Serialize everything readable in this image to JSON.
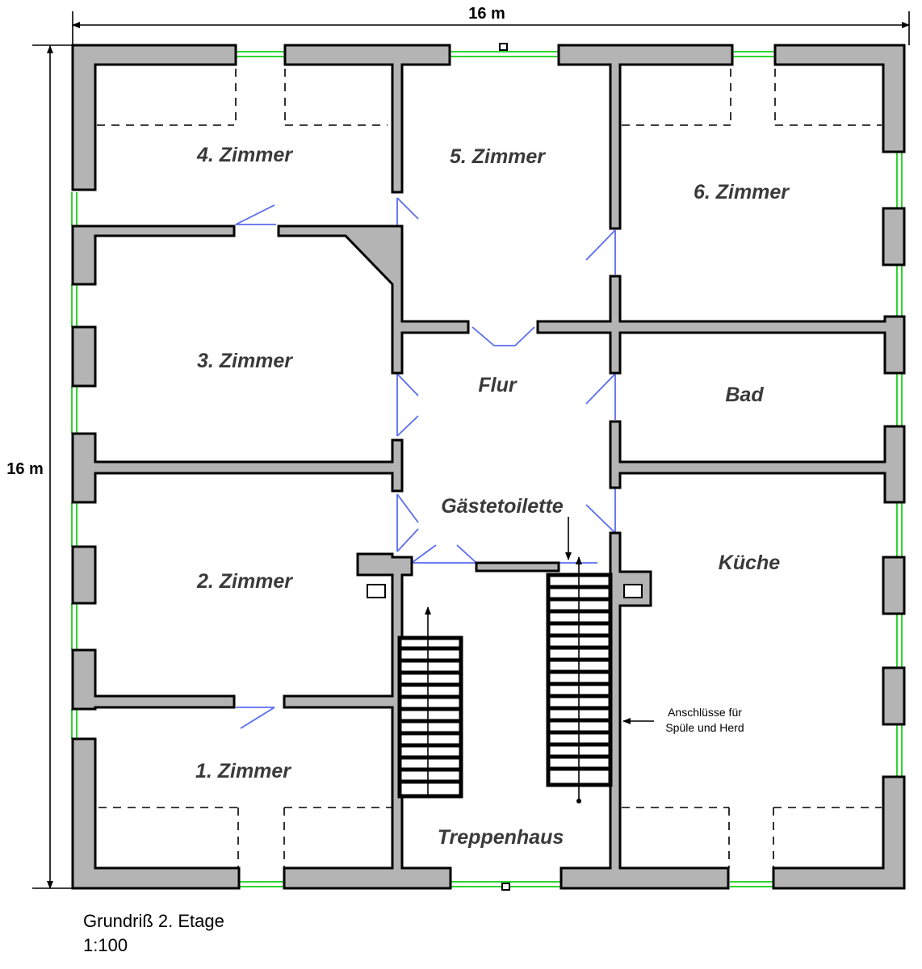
{
  "dimensions": {
    "width_label": "16 m",
    "height_label": "16 m"
  },
  "rooms": [
    {
      "id": "zimmer-4",
      "label": "4. Zimmer"
    },
    {
      "id": "zimmer-5",
      "label": "5. Zimmer"
    },
    {
      "id": "zimmer-6",
      "label": "6. Zimmer"
    },
    {
      "id": "zimmer-3",
      "label": "3. Zimmer"
    },
    {
      "id": "flur",
      "label": "Flur"
    },
    {
      "id": "bad",
      "label": "Bad"
    },
    {
      "id": "gaestetoilette",
      "label": "Gästetoilette"
    },
    {
      "id": "kueche",
      "label": "Küche"
    },
    {
      "id": "zimmer-2",
      "label": "2. Zimmer"
    },
    {
      "id": "zimmer-1",
      "label": "1. Zimmer"
    },
    {
      "id": "treppenhaus",
      "label": "Treppenhaus"
    }
  ],
  "annotation": {
    "line1": "Anschlüsse für",
    "line2": "Spüle und Herd"
  },
  "caption": {
    "title": "Grundriß 2. Etage",
    "scale": "1:100"
  },
  "colors": {
    "wall": "#b4b4b4",
    "door": "#5a6cf0",
    "window": "#2fd42f"
  }
}
